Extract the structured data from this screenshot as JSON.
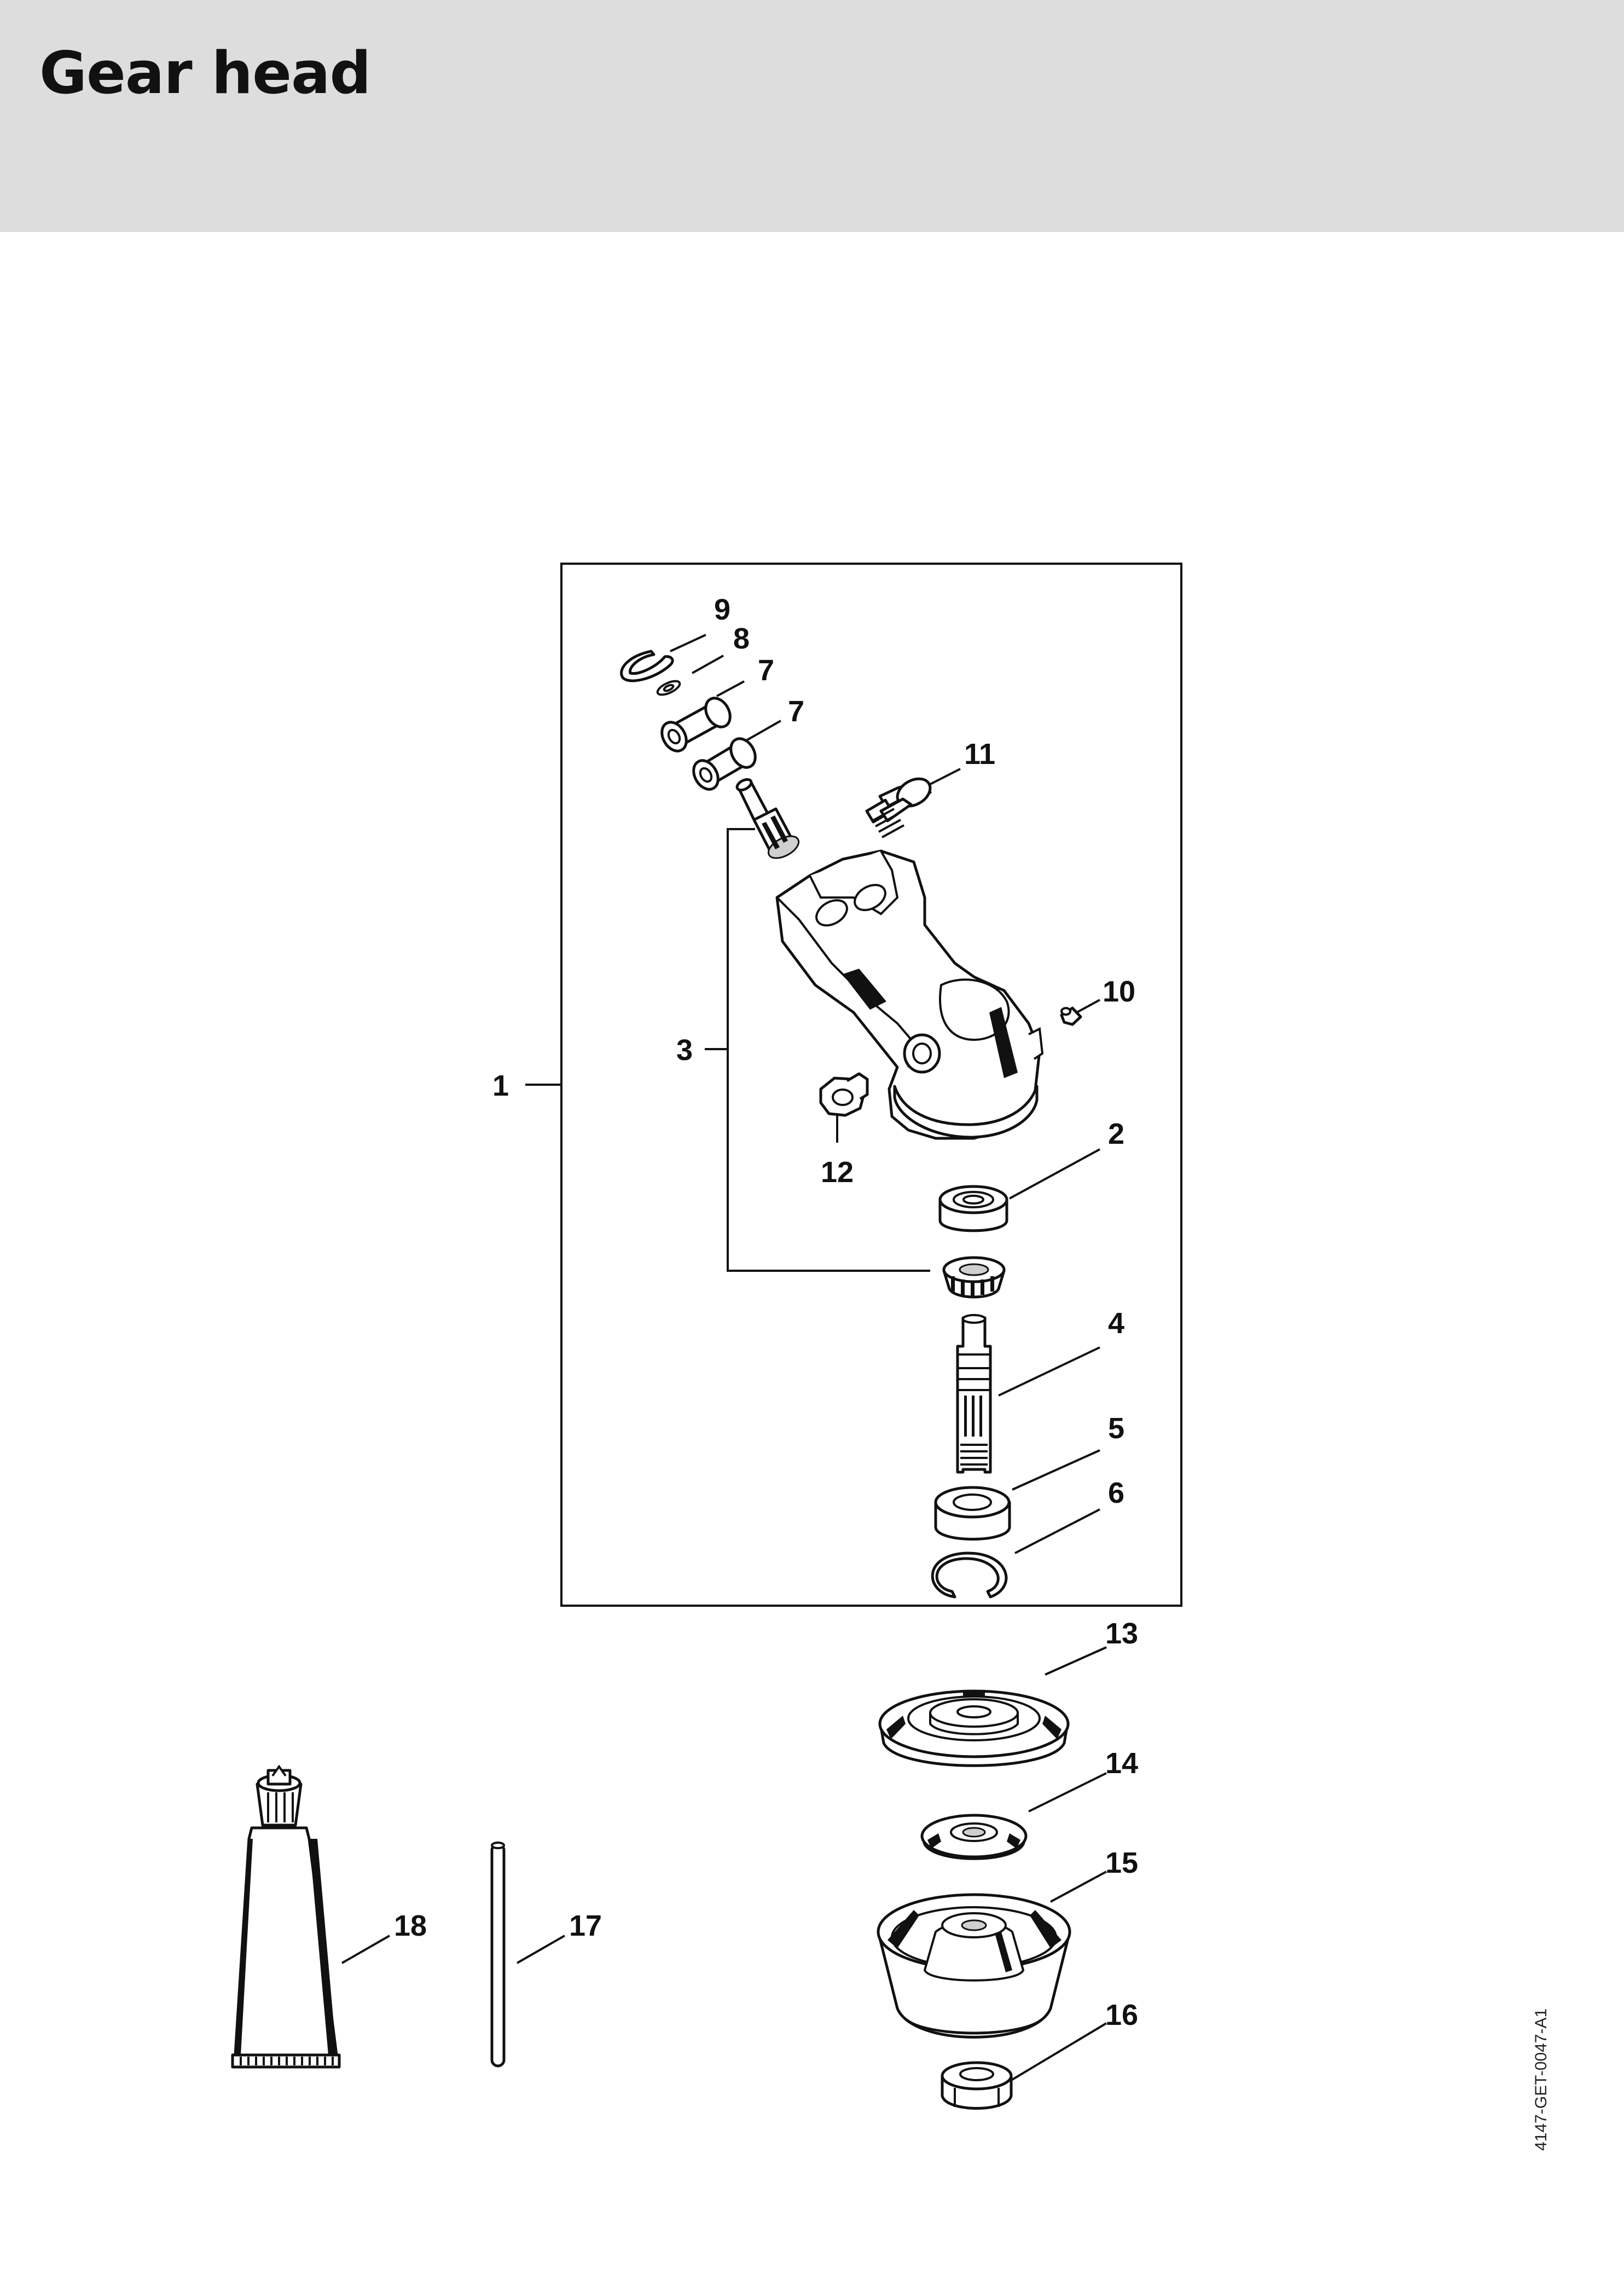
{
  "page": {
    "title": "Gear head",
    "doc_code": "4147-GET-0047-A1"
  },
  "callouts": {
    "c1": "1",
    "c2": "2",
    "c3": "3",
    "c4": "4",
    "c5": "5",
    "c6": "6",
    "c7a": "7",
    "c7b": "7",
    "c8": "8",
    "c9": "9",
    "c10": "10",
    "c11": "11",
    "c12": "12",
    "c13": "13",
    "c14": "14",
    "c15": "15",
    "c16": "16",
    "c17": "17",
    "c18": "18"
  }
}
